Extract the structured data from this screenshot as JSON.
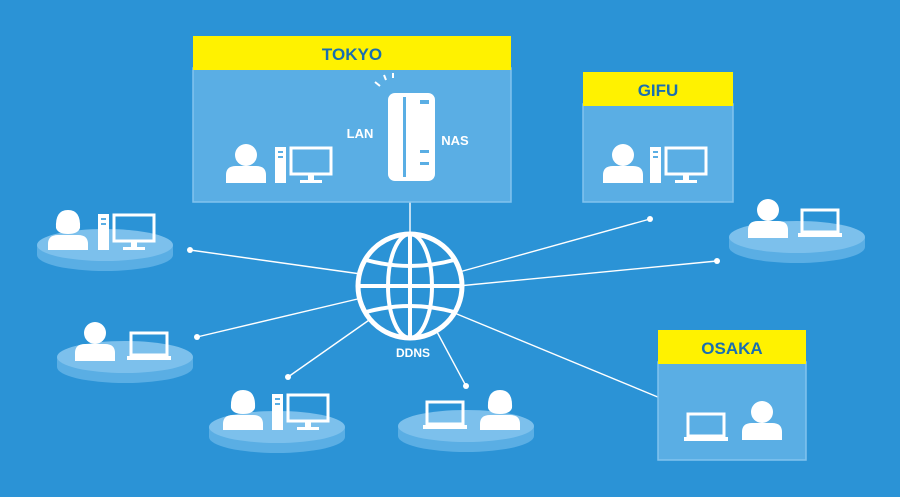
{
  "colors": {
    "background": "#2b93d6",
    "panel": "#5aaee4",
    "panel_border": "#82c3ee",
    "header": "#fff200",
    "header_text": "#1a6fb0",
    "white": "#ffffff",
    "platform_top": "#7cc0ec",
    "platform_side": "#5aaee4"
  },
  "sites": {
    "tokyo": {
      "name": "TOKYO",
      "lan_label": "LAN",
      "nas_label": "NAS"
    },
    "gifu": {
      "name": "GIFU"
    },
    "osaka": {
      "name": "OSAKA"
    }
  },
  "hub": {
    "label": "DDNS",
    "icon": "globe-icon"
  },
  "remote_users": [
    {
      "id": "left-top",
      "person": "woman",
      "device": "desktop"
    },
    {
      "id": "left-mid",
      "person": "man",
      "device": "laptop"
    },
    {
      "id": "bottom-left",
      "person": "woman",
      "device": "desktop"
    },
    {
      "id": "bottom-mid",
      "person": "woman",
      "device": "laptop"
    },
    {
      "id": "right-top",
      "person": "man",
      "device": "laptop"
    }
  ]
}
